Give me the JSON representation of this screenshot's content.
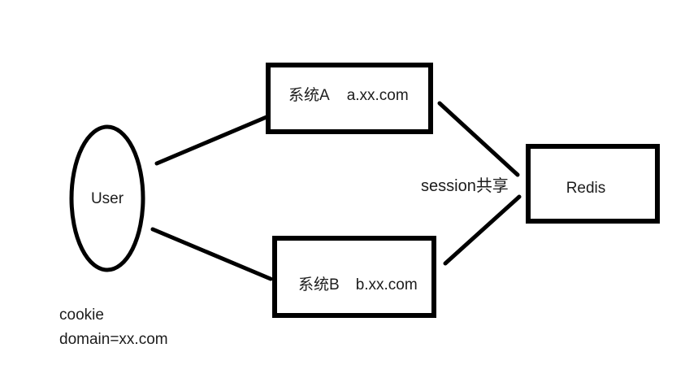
{
  "diagram": {
    "background_color": "#ffffff",
    "stroke_color": "#000000",
    "text_color": "#1c1c1c",
    "nodes": {
      "user": {
        "shape": "ellipse",
        "label": "User"
      },
      "system_a": {
        "shape": "rectangle",
        "name": "系统A",
        "host": "a.xx.com"
      },
      "system_b": {
        "shape": "rectangle",
        "name": "系统B",
        "host": "b.xx.com"
      },
      "redis": {
        "shape": "rectangle",
        "label": "Redis"
      }
    },
    "edges": [
      {
        "from": "user",
        "to": "system_a"
      },
      {
        "from": "user",
        "to": "system_b"
      },
      {
        "from": "system_a",
        "to": "redis"
      },
      {
        "from": "system_b",
        "to": "redis"
      }
    ],
    "annotations": {
      "session_share": "session共享",
      "cookie": "cookie",
      "cookie_domain": "domain=xx.com"
    }
  }
}
